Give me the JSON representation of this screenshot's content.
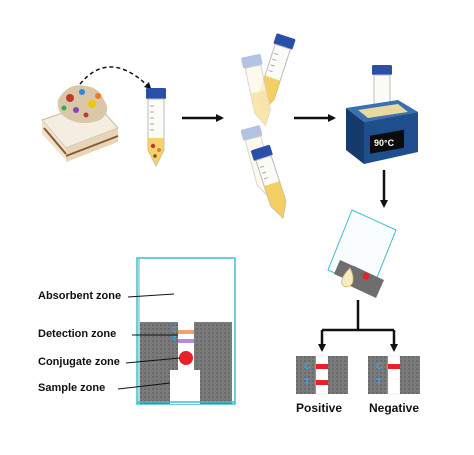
{
  "heater": {
    "temperature": "90°C"
  },
  "strip_zones": {
    "absorbent": "Absorbent zone",
    "detection": "Detection zone",
    "conjugate": "Conjugate zone",
    "sample": "Sample zone",
    "control_line": "C",
    "test_line": "T"
  },
  "results": {
    "positive": "Positive",
    "negative": "Negative",
    "control_line": "C",
    "test_line": "T"
  },
  "colors": {
    "tube_cap": "#2a4fa8",
    "tube_liquid": "#f2c84a",
    "heater_body": "#1f4e8c",
    "strip_gray": "#6e6e6e",
    "line_red": "#e8202a",
    "label_blue": "#3da5f0",
    "cassette_outline": "#3dbfcf"
  },
  "icons": [
    "food-sample-icon",
    "centrifuge-tube-icon",
    "heating-block-icon",
    "test-strip-icon",
    "arrow-icon"
  ]
}
